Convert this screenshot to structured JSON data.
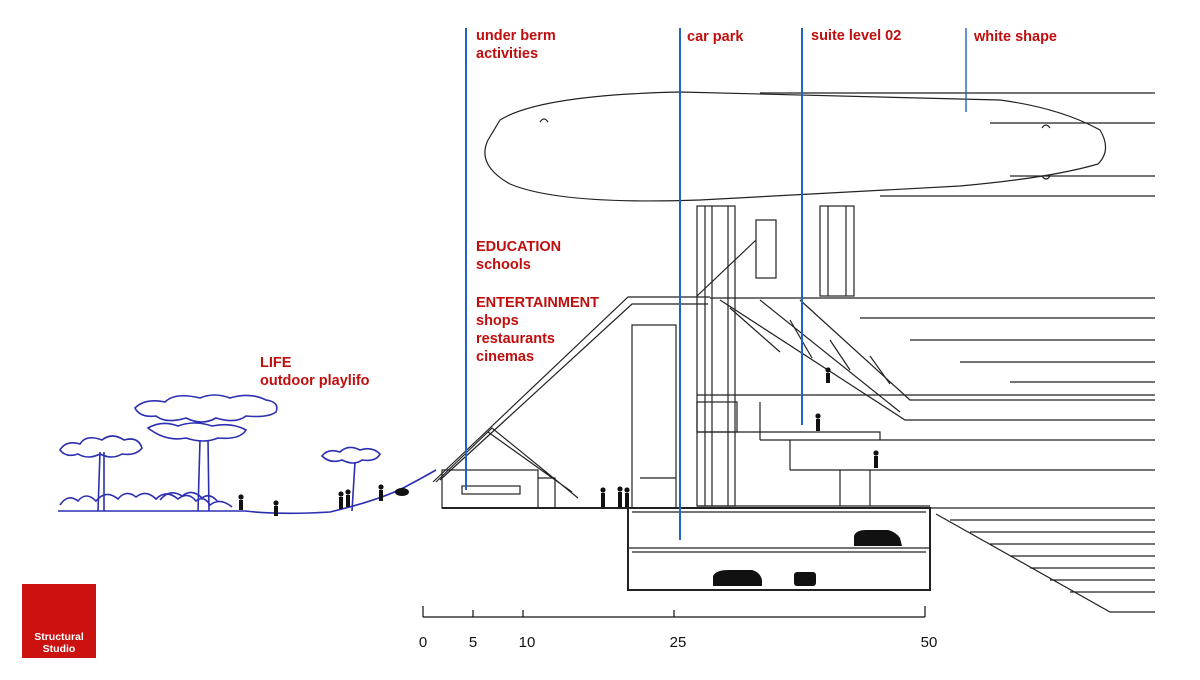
{
  "labels": {
    "under_berm": [
      "under berm",
      "activities"
    ],
    "car_park": "car park",
    "suite_level": "suite level 02",
    "white_shape": "white shape",
    "education": [
      "EDUCATION",
      "schools"
    ],
    "entertainment": [
      "ENTERTAINMENT",
      "shops",
      "restaurants",
      "cinemas"
    ],
    "life": [
      "LIFE",
      "outdoor playlifo"
    ]
  },
  "scale_bar": {
    "ticks": [
      "0",
      "5",
      "10",
      "25",
      "50"
    ]
  },
  "logo": {
    "line1": "Structural",
    "line2": "Studio"
  },
  "colors": {
    "label_red": "#c00d0d",
    "leader_blue": "#1f63c6",
    "landscape_blue": "#2b2fb0",
    "logo_red": "#cc1111"
  }
}
